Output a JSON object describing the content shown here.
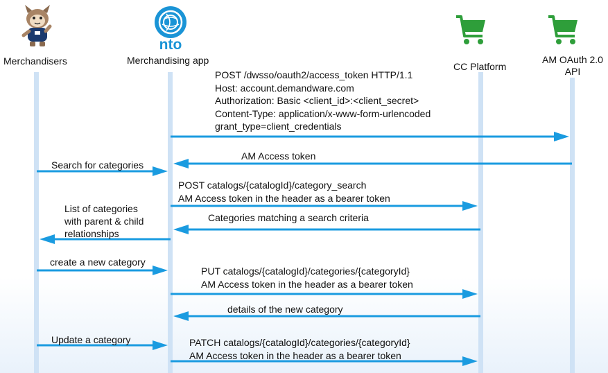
{
  "actors": [
    {
      "id": "merchandisers",
      "label": "Merchandisers",
      "icon": "astro-mascot-icon"
    },
    {
      "id": "app",
      "label": "Merchandising app",
      "icon": "nto-logo-icon",
      "logo_text": "nto"
    },
    {
      "id": "cc",
      "label": "CC Platform",
      "icon": "shopping-cart-icon"
    },
    {
      "id": "am",
      "label": "AM OAuth 2.0\nAPI",
      "icon": "shopping-cart-icon"
    }
  ],
  "messages": [
    {
      "from": "app",
      "to": "am",
      "text": "POST /dwsso/oauth2/access_token HTTP/1.1\nHost: account.demandware.com\nAuthorization: Basic <client_id>:<client_secret>\nContent-Type: application/x-www-form-urlencoded\ngrant_type=client_credentials"
    },
    {
      "from": "am",
      "to": "app",
      "text": "AM Access token"
    },
    {
      "from": "merchandisers",
      "to": "app",
      "text": "Search for categories"
    },
    {
      "from": "app",
      "to": "cc",
      "text": "POST catalogs/{catalogId}/category_search\nAM Access token in the header as a bearer token"
    },
    {
      "from": "cc",
      "to": "app",
      "text": "Categories matching a search criteria"
    },
    {
      "from": "app",
      "to": "merchandisers",
      "text": "List of categories\nwith parent & child\nrelationships"
    },
    {
      "from": "merchandisers",
      "to": "app",
      "text": "create a new category"
    },
    {
      "from": "app",
      "to": "cc",
      "text": "PUT catalogs/{catalogId}/categories/{categoryId}\nAM Access token in the header as a bearer token"
    },
    {
      "from": "cc",
      "to": "app",
      "text": "details of the new category"
    },
    {
      "from": "merchandisers",
      "to": "app",
      "text": "Update a category"
    },
    {
      "from": "app",
      "to": "cc",
      "text": "PATCH catalogs/{catalogId}/categories/{categoryId}\nAM Access token in the header as a bearer token"
    }
  ],
  "colors": {
    "lifeline": "#cfe2f5",
    "arrow": "#1a9be0",
    "cart": "#2e9e3a",
    "logo": "#1a94d6"
  }
}
